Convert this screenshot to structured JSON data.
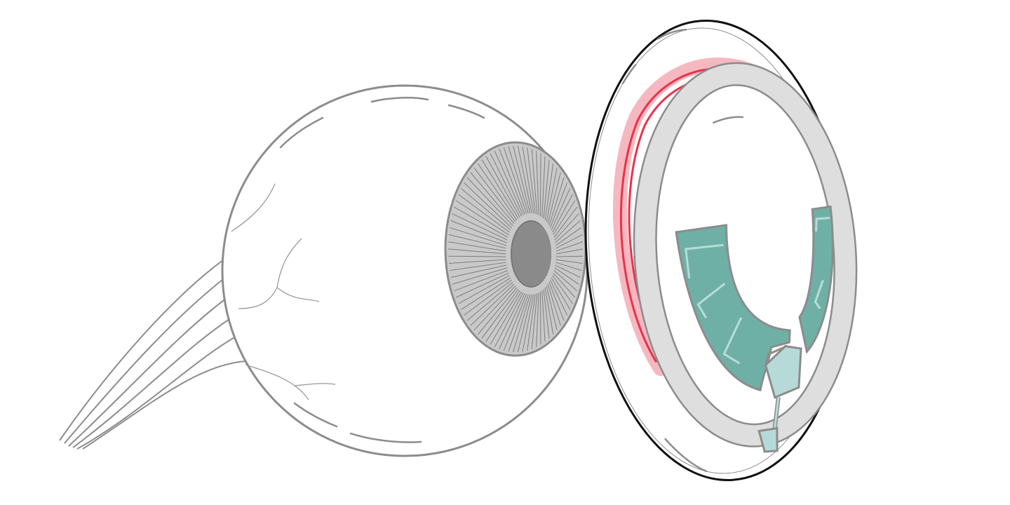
{
  "illustration": {
    "subject": [
      "eyeball",
      "iris",
      "pupil",
      "optic-nerve",
      "contact-lens",
      "lens-ring",
      "red-arc",
      "circuit-band",
      "chip"
    ],
    "colors": {
      "outline": "#8c8c8c",
      "lens_outline": "#111111",
      "iris": "#c9c9c9",
      "pupil": "#8a8a8a",
      "ring": "#dedede",
      "red_line": "#e8324a",
      "red_glow": "#f6b8c0",
      "circuit": "#6fb0a6",
      "circuit_highlight": "#b8dcd8",
      "chip": "#b6dad7"
    }
  }
}
